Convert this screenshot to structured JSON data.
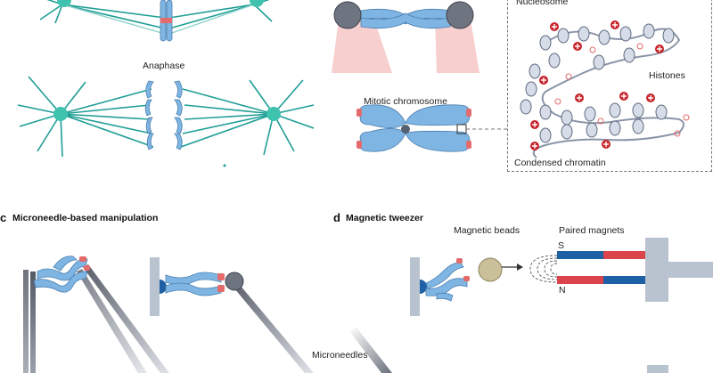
{
  "panel_a": {
    "stage_label": "Anaphase",
    "spindle_color": "#1f9e96",
    "pole_color": "#3fc3ae"
  },
  "panel_b": {
    "mitotic_label": "Mitotic chromosome",
    "nucleosome_label": "Nucleosome",
    "histones_label": "Histones",
    "chromatin_label": "Condensed chromatin",
    "chromosome_color": "#7fb5e3",
    "telomere_color": "#e46b6b",
    "charge_color": "#c8242b"
  },
  "panel_c": {
    "letter": "c",
    "title": "Microneedle-based manipulation",
    "needles_label": "Microneedles"
  },
  "panel_d": {
    "letter": "d",
    "title": "Magnetic tweezer",
    "beads_label": "Magnetic beads",
    "magnets_label": "Paired magnets",
    "south_label": "S",
    "north_label": "N",
    "magnet_blue": "#1f5fa3",
    "magnet_red": "#d9454b"
  }
}
